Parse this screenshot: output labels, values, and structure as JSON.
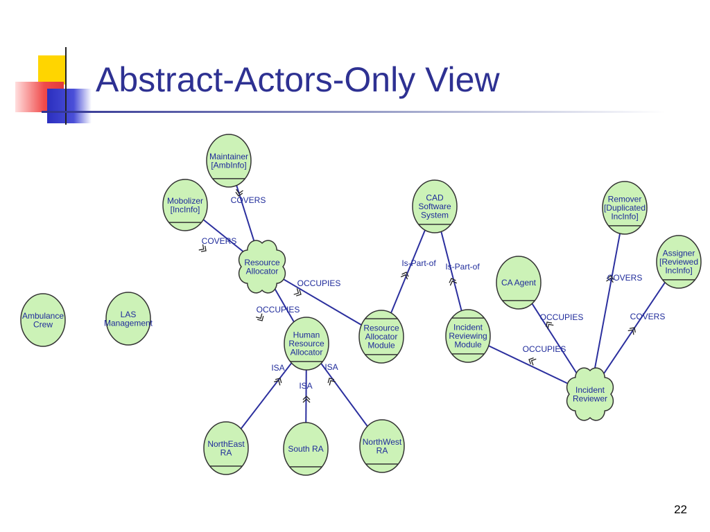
{
  "slide": {
    "title": "Abstract-Actors-Only View",
    "page_number": "22"
  },
  "colors": {
    "title": "#2e3192",
    "node_fill": "#ccf2b7",
    "edge": "#2b2f9e",
    "label": "#1e2a9a",
    "deco_yellow": "#ffd500",
    "deco_red": "#f04a4a",
    "deco_blue": "#2b2fbf"
  },
  "nodes": [
    {
      "id": "maintainer",
      "kind": "role",
      "lines": [
        "Maintainer",
        "[AmbInfo]"
      ]
    },
    {
      "id": "mobolizer",
      "kind": "role",
      "lines": [
        "Mobolizer",
        "[IncInfo]"
      ]
    },
    {
      "id": "resource_allocator",
      "kind": "agent-cloud",
      "lines": [
        "Resource",
        "Allocator"
      ]
    },
    {
      "id": "ambulance_crew",
      "kind": "actor",
      "lines": [
        "Ambulance",
        "Crew"
      ]
    },
    {
      "id": "las_management",
      "kind": "actor",
      "lines": [
        "LAS",
        "Management"
      ]
    },
    {
      "id": "human_ra",
      "kind": "role",
      "lines": [
        "Human",
        "Resource",
        "Allocator"
      ]
    },
    {
      "id": "ra_module",
      "kind": "position",
      "lines": [
        "Resource",
        "Allocator",
        "Module"
      ]
    },
    {
      "id": "cad",
      "kind": "role",
      "lines": [
        "CAD",
        "Software",
        "System"
      ]
    },
    {
      "id": "incident_reviewing_module",
      "kind": "position",
      "lines": [
        "Incident",
        "Reviewing",
        "Module"
      ]
    },
    {
      "id": "ca_agent",
      "kind": "role",
      "lines": [
        "CA Agent"
      ]
    },
    {
      "id": "remover",
      "kind": "role",
      "lines": [
        "Remover",
        "[Duplicated",
        "IncInfo]"
      ]
    },
    {
      "id": "assigner",
      "kind": "role",
      "lines": [
        "Assigner",
        "[Reviewed",
        "IncInfo]"
      ]
    },
    {
      "id": "incident_reviewer",
      "kind": "agent-cloud",
      "lines": [
        "Incident",
        "Reviewer"
      ]
    },
    {
      "id": "northeast_ra",
      "kind": "role",
      "lines": [
        "NorthEast",
        "RA"
      ]
    },
    {
      "id": "south_ra",
      "kind": "role",
      "lines": [
        "South RA"
      ]
    },
    {
      "id": "northwest_ra",
      "kind": "role",
      "lines": [
        "NorthWest",
        "RA"
      ]
    }
  ],
  "edges": [
    {
      "from": "resource_allocator",
      "to": "maintainer",
      "label": "COVERS"
    },
    {
      "from": "resource_allocator",
      "to": "mobolizer",
      "label": "COVERS"
    },
    {
      "from": "ra_module",
      "to": "resource_allocator",
      "label": "OCCUPIES"
    },
    {
      "from": "human_ra",
      "to": "resource_allocator",
      "label": "OCCUPIES"
    },
    {
      "from": "ra_module",
      "to": "cad",
      "label": "Is-Part-of"
    },
    {
      "from": "incident_reviewing_module",
      "to": "cad",
      "label": "Is-Part-of"
    },
    {
      "from": "northeast_ra",
      "to": "human_ra",
      "label": "ISA"
    },
    {
      "from": "south_ra",
      "to": "human_ra",
      "label": "ISA"
    },
    {
      "from": "northwest_ra",
      "to": "human_ra",
      "label": "ISA"
    },
    {
      "from": "incident_reviewer",
      "to": "ca_agent",
      "label": "OCCUPIES"
    },
    {
      "from": "incident_reviewer",
      "to": "incident_reviewing_module",
      "label": "OCCUPIES"
    },
    {
      "from": "incident_reviewer",
      "to": "remover",
      "label": "COVERS"
    },
    {
      "from": "incident_reviewer",
      "to": "assigner",
      "label": "COVERS"
    }
  ]
}
